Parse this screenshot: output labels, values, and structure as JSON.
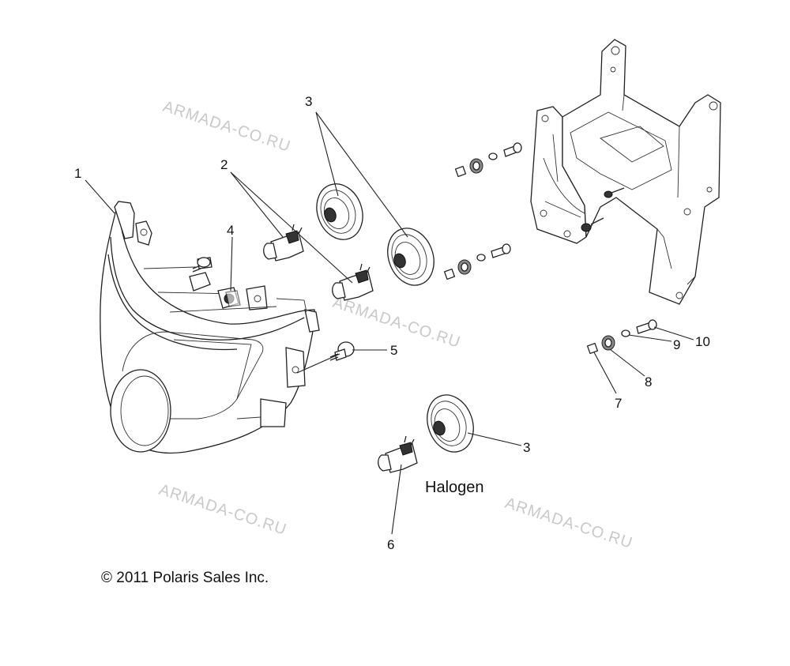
{
  "diagram": {
    "callouts": {
      "c1": "1",
      "c2": "2",
      "c3a": "3",
      "c3b": "3",
      "c4": "4",
      "c5": "5",
      "c6": "6",
      "c7": "7",
      "c8": "8",
      "c9": "9",
      "c10": "10"
    },
    "note": "Halogen",
    "copyright": "© 2011 Polaris Sales Inc.",
    "watermark": "ARMADA-CO.RU"
  }
}
